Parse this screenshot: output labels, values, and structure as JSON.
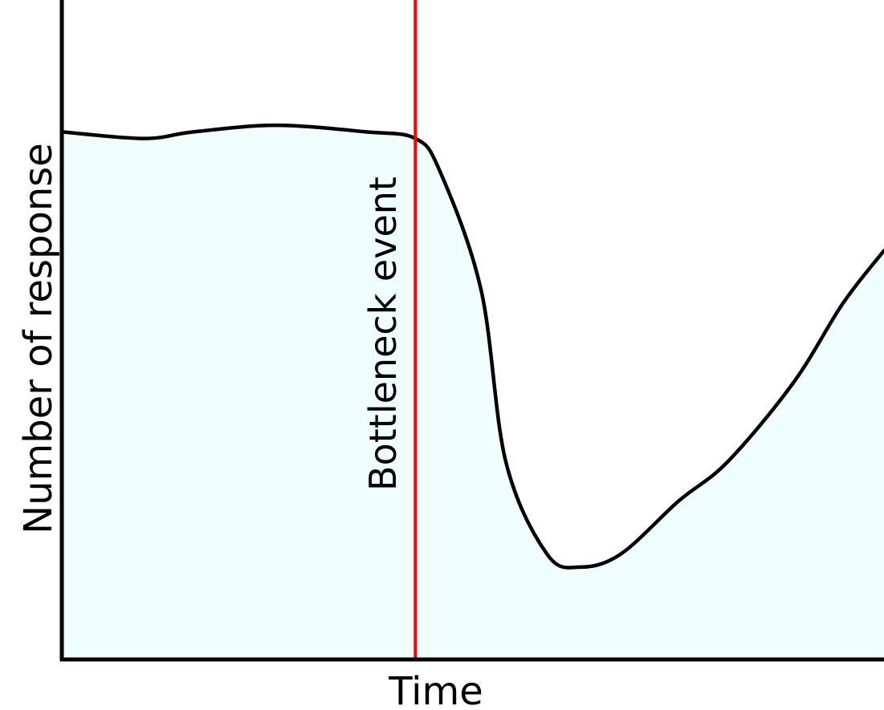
{
  "chart_data": {
    "type": "area",
    "title": "",
    "xlabel": "Time",
    "ylabel": "Number of response",
    "annotations": [
      {
        "text": "Bottleneck event",
        "position": "x = 0.43"
      }
    ],
    "xlim": [
      0,
      1
    ],
    "ylim": [
      0,
      1
    ],
    "grid": false,
    "legend": "none",
    "x": [
      0.0,
      0.1,
      0.16,
      0.26,
      0.37,
      0.43,
      0.46,
      0.51,
      0.54,
      0.59,
      0.63,
      0.68,
      0.75,
      0.81,
      0.89,
      0.95,
      1.0
    ],
    "y": [
      0.8,
      0.79,
      0.8,
      0.81,
      0.8,
      0.79,
      0.74,
      0.56,
      0.3,
      0.16,
      0.14,
      0.16,
      0.24,
      0.3,
      0.42,
      0.54,
      0.62
    ],
    "series": [
      {
        "values": [
          0.8,
          0.79,
          0.8,
          0.81,
          0.8,
          0.79,
          0.74,
          0.56,
          0.3,
          0.16,
          0.14,
          0.16,
          0.24,
          0.3,
          0.42,
          0.54,
          0.62
        ]
      }
    ],
    "event_x": 0.43,
    "colors": {
      "fill": "#effdfd",
      "curve": "#000000",
      "axis": "#000000",
      "event_line": "#ff0000"
    }
  }
}
